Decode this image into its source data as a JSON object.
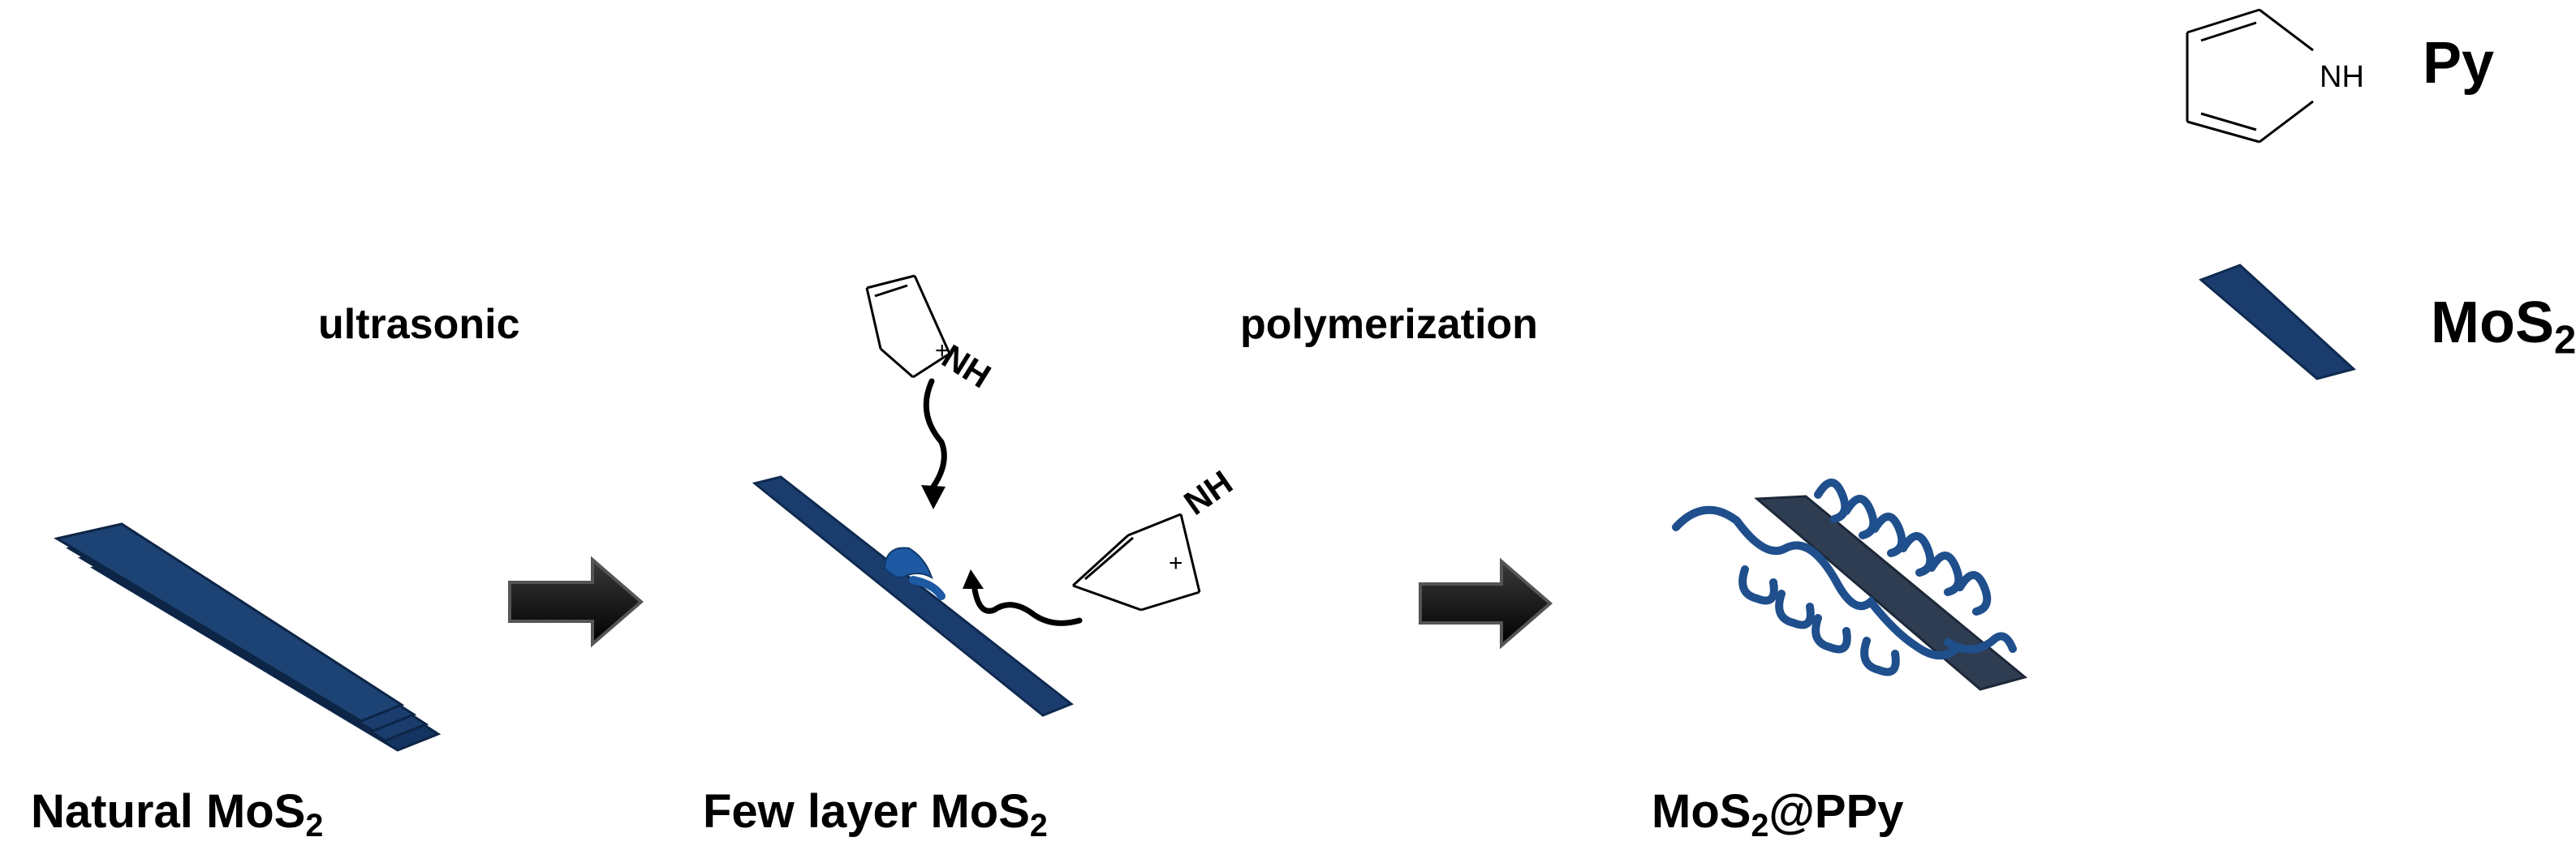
{
  "steps": {
    "ultrasonic": "ultrasonic",
    "polymerization": "polymerization"
  },
  "captions": {
    "natural_prefix": "Natural MoS",
    "natural_sub": "2",
    "few_prefix": "Few layer MoS",
    "few_sub": "2",
    "composite_prefix": "MoS",
    "composite_sub": "2",
    "composite_suffix": "@PPy"
  },
  "legend": {
    "py_label": "Py",
    "mos2_prefix": "MoS",
    "mos2_sub": "2"
  },
  "molecules": {
    "nh": "NH",
    "charge": "+"
  },
  "colors": {
    "sheet": "#1b3d6e",
    "sheet_dark": "#132e55",
    "composite_sheet": "#2f3d53",
    "polymer": "#1f4f8c",
    "arrow": "#000000"
  }
}
